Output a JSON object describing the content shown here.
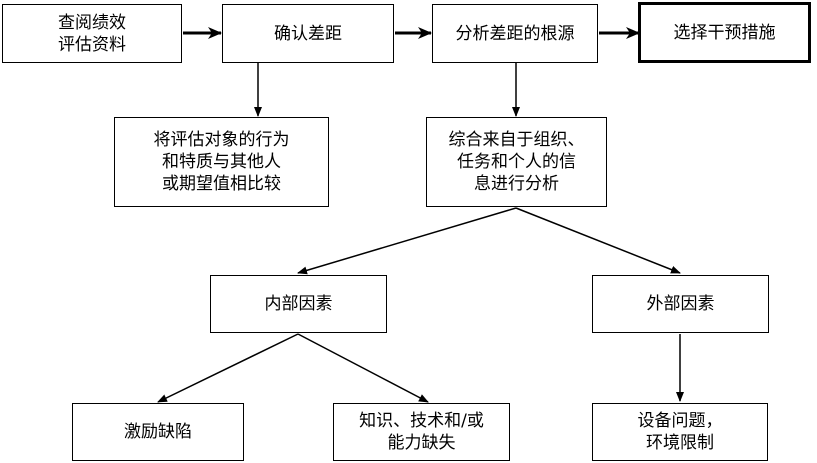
{
  "nodes": {
    "review": "查阅绩效\n评估资料",
    "confirm_gap": "确认差距",
    "analyze_source": "分析差距的根源",
    "choose_measures": "选择干预措施",
    "compare": "将评估对象的行为\n和特质与其他人\n或期望值相比较",
    "synthesize": "综合来自于组织、\n任务和个人的信\n息进行分析",
    "internal": "内部因素",
    "external": "外部因素",
    "motivation": "激励缺陷",
    "knowledge": "知识、技术和/或\n能力缺失",
    "equipment": "设备问题，\n环境限制"
  }
}
